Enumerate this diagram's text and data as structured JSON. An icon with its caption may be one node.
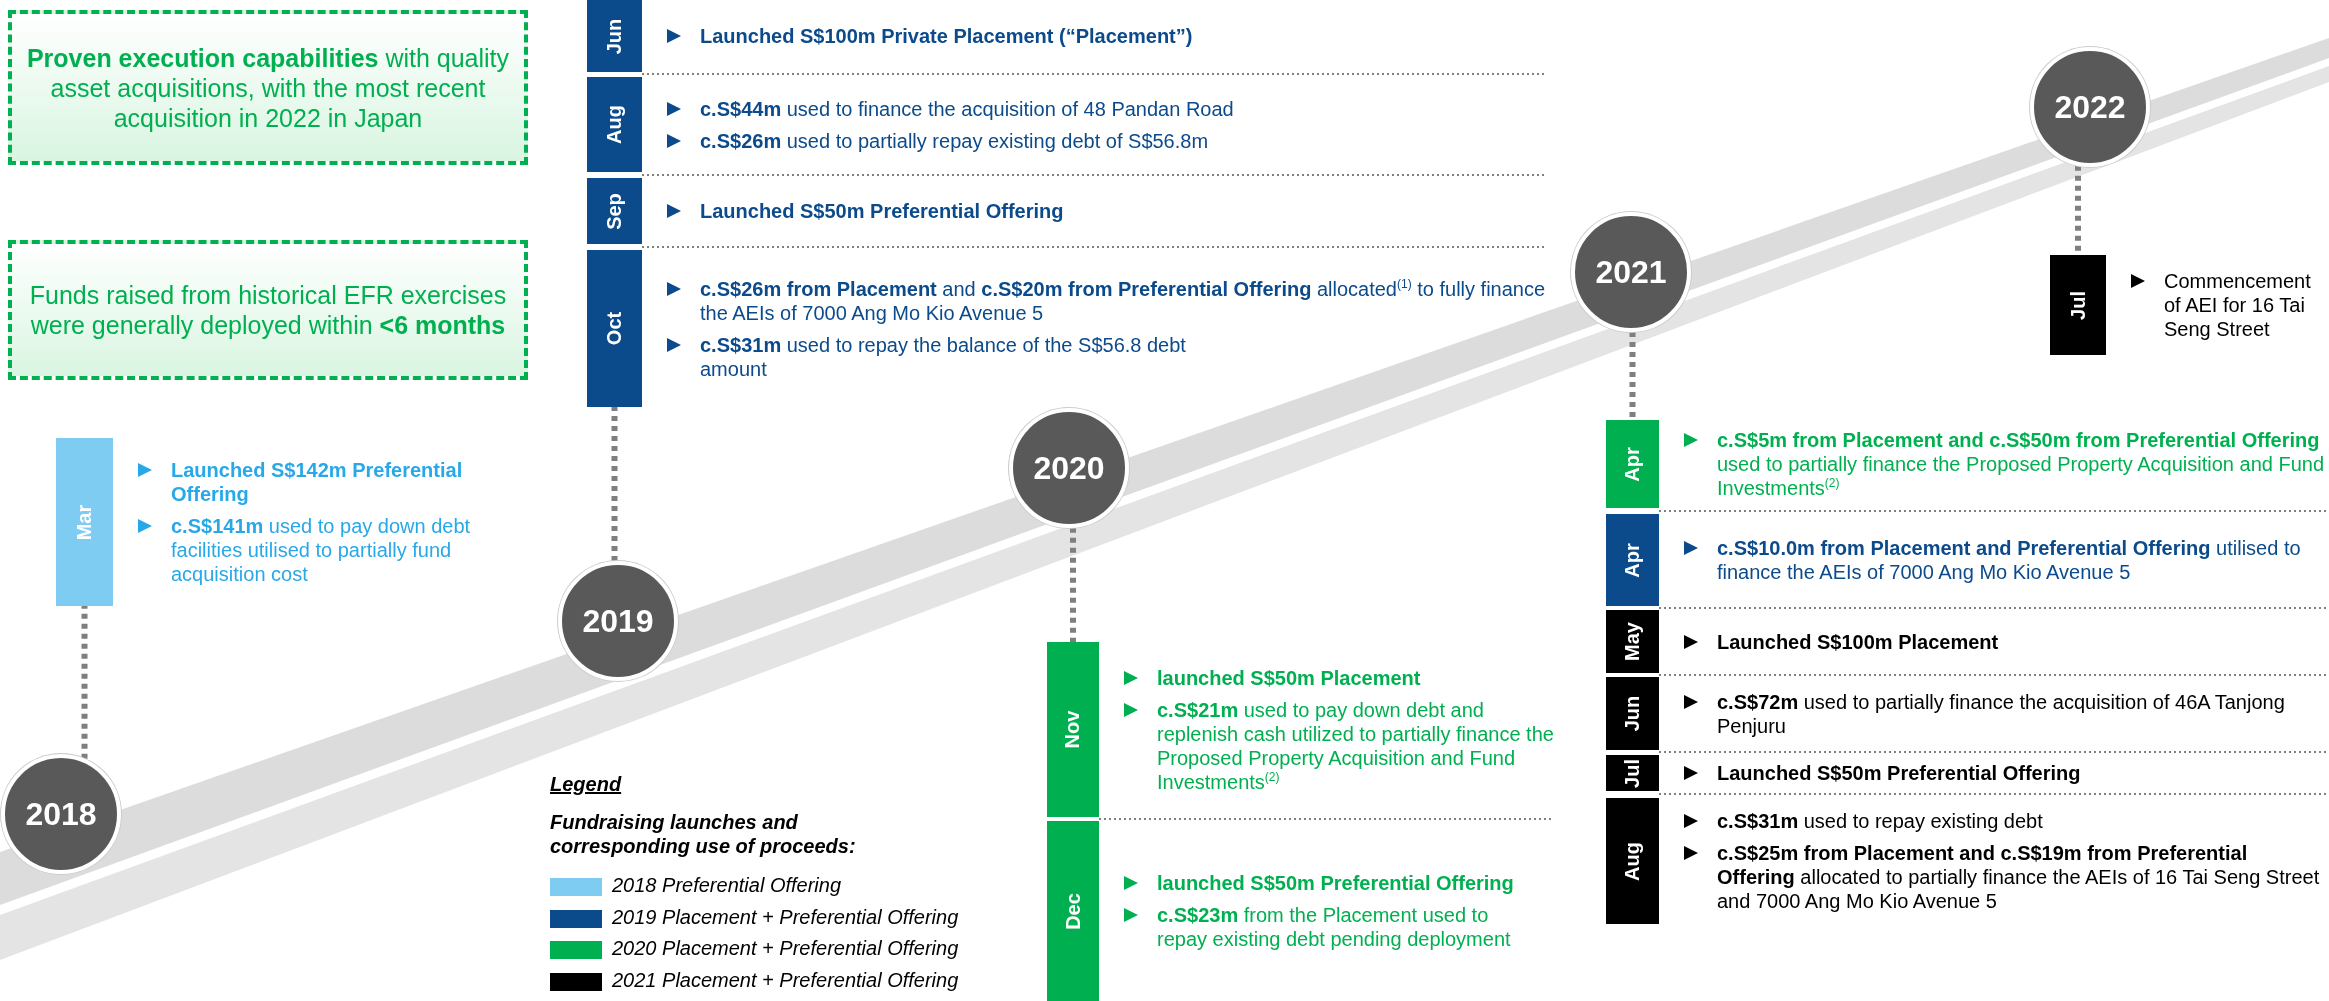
{
  "diagram": {
    "nodes": [
      {
        "text": [
          "**Proven execution capabilities** with quality asset acquisitions, with the most recent acquisition in 2022 in Japan"
        ]
      },
      {
        "text": [
          "Funds raised from historical EFR exercises were generally deployed within **<6 months**"
        ]
      },
      {
        "text": [
          "2018"
        ]
      },
      {
        "text": [
          "Mar",
          "Launched S$142m Preferential Offering",
          "**c.S$141m** used to pay down debt facilities utilised to partially fund acquisition cost"
        ]
      },
      {
        "text": [
          "2019"
        ]
      },
      {
        "text": [
          "Jun",
          "Launched S$100m Private Placement (“Placement”)"
        ]
      },
      {
        "text": [
          "Aug",
          "**c.S$44m** used to finance the acquisition of 48 Pandan Road",
          "**c.S$26m** used to partially repay existing debt of S$56.8m"
        ]
      },
      {
        "text": [
          "Sep",
          "Launched S$50m Preferential Offering"
        ]
      },
      {
        "text": [
          "Oct",
          "**c.S$26m from Placement** and **c.S$20m from Preferential Offering** allocated$^{(1)}$ to fully finance the AEIs of 7000 Ang Mo Kio Avenue 5",
          "**c.S$31m** used to repay the balance of the S$56.8 debt amount"
        ]
      },
      {
        "text": [
          "2020"
        ]
      },
      {
        "text": [
          "Nov",
          "launched S$50m Placement",
          "**c.S$21m** used to pay down debt and replenish cash utilized to partially finance the Proposed Property Acquisition and Fund Investments$^{(2)}$"
        ]
      },
      {
        "text": [
          "Dec",
          "launched S$50m Preferential Offering",
          "**c.S$23m** from the Placement used to repay existing debt pending deployment"
        ]
      },
      {
        "text": [
          "2021"
        ]
      },
      {
        "text": [
          "Apr",
          "**c.S$5m from Placement and c.S$50m from Preferential Offering** used to partially finance the Proposed Property Acquisition and Fund Investments$^{(2)}$"
        ]
      },
      {
        "text": [
          "Apr",
          "**c.S$10.0m from Placement and Preferential Offering** utilised to finance the AEIs of 7000 Ang Mo Kio Avenue 5"
        ]
      },
      {
        "text": [
          "May",
          "Launched S$100m Placement"
        ]
      },
      {
        "text": [
          "Jun",
          "**c.S$72m** used to partially finance the acquisition of 46A Tanjong Penjuru"
        ]
      },
      {
        "text": [
          "Jul",
          "Launched S$50m Preferential Offering"
        ]
      },
      {
        "text": [
          "Aug",
          "**c.S$31m** used to repay existing debt",
          "**c.S$25m from Placement and c.S$19m from Preferential Offering** allocated to partially finance the AEIs of 16 Tai Seng Street and 7000 Ang Mo Kio Avenue 5"
        ]
      },
      {
        "text": [
          "2022"
        ]
      },
      {
        "text": [
          "Jul",
          "Commencement of AEI for 16 Tai Seng Street"
        ]
      }
    ],
    "edges": [
      {
        "from": 2,
        "to": 3,
        "arrow": "none",
        "style": "dashed"
      },
      {
        "from": 4,
        "to": 8,
        "arrow": "none",
        "style": "dashed"
      },
      {
        "from": 9,
        "to": 10,
        "arrow": "none",
        "style": "dashed"
      },
      {
        "from": 12,
        "to": 13,
        "arrow": "none",
        "style": "dashed"
      },
      {
        "from": 19,
        "to": 20,
        "arrow": "none",
        "style": "dashed"
      }
    ],
    "labels": [
      "Legend",
      "Fundraising launches and corresponding use of proceeds:"
    ],
    "legend": [
      {
        "text": "2018 Preferential Offering",
        "color": "#7fccf2"
      },
      {
        "text": "2019 Placement + Preferential Offering",
        "color": "#0b4a8b"
      },
      {
        "text": "2020 Placement + Preferential Offering",
        "color": "#00b050"
      },
      {
        "text": "2021 Placement + Preferential Offering",
        "color": "#000000"
      }
    ]
  }
}
